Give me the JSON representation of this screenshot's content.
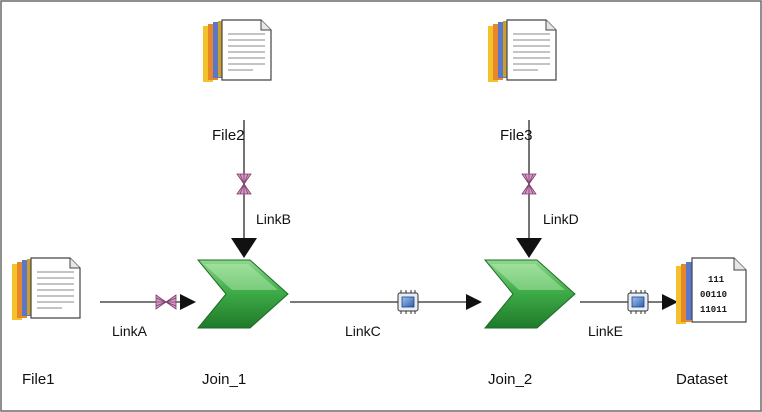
{
  "stages": {
    "file1": {
      "label": "File1",
      "icon": "sequential-file-icon"
    },
    "file2": {
      "label": "File2",
      "icon": "sequential-file-icon"
    },
    "file3": {
      "label": "File3",
      "icon": "sequential-file-icon"
    },
    "join1": {
      "label": "Join_1",
      "icon": "join-stage-icon"
    },
    "join2": {
      "label": "Join_2",
      "icon": "join-stage-icon"
    },
    "dataset": {
      "label": "Dataset",
      "icon": "dataset-icon",
      "bits": [
        "111",
        "00110",
        "11011"
      ]
    }
  },
  "links": {
    "linkA": {
      "label": "LinkA",
      "marker": "repartition-marker"
    },
    "linkB": {
      "label": "LinkB",
      "marker": "repartition-marker"
    },
    "linkC": {
      "label": "LinkC",
      "marker": "buffer-marker"
    },
    "linkD": {
      "label": "LinkD",
      "marker": "repartition-marker"
    },
    "linkE": {
      "label": "LinkE",
      "marker": "buffer-marker"
    }
  },
  "colors": {
    "frame": "#6a6a6a",
    "join_green": "#2e9a3a",
    "join_green_light": "#8fd88e",
    "page": "#ffffff",
    "spine_yellow": "#f3c22a",
    "spine_orange": "#e8862a",
    "spine_blue": "#5b78c8",
    "marker_pink": "#c87fb0",
    "marker_blue": "#4c7fc8"
  }
}
